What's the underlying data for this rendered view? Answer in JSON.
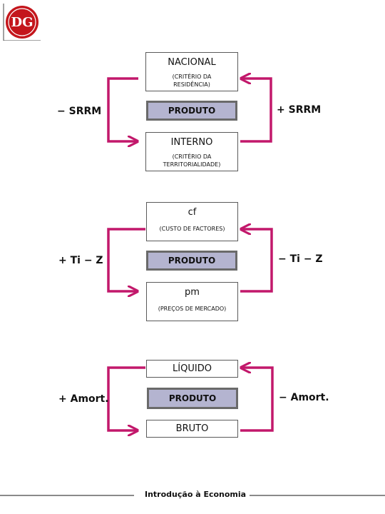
{
  "logo": {
    "text": "DG",
    "color": "#c4161c"
  },
  "sections": [
    {
      "top_title": "NACIONAL",
      "top_sub": "(CRITÉRIO DA RESIDÊNCIA)",
      "product": "PRODUTO",
      "bottom_title": "INTERNO",
      "bottom_sub": "(CRITÉRIO DA TERRITORIALIDADE)",
      "left_label": "− SRRM",
      "right_label": "+ SRRM"
    },
    {
      "top_title": "cf",
      "top_sub": "(CUSTO DE FACTORES)",
      "product": "PRODUTO",
      "bottom_title": "pm",
      "bottom_sub": "(PREÇOS DE MERCADO)",
      "left_label": "+ Ti − Z",
      "right_label": "− Ti − Z"
    },
    {
      "top_title": "LÍQUIDO",
      "product": "PRODUTO",
      "bottom_title": "BRUTO",
      "left_label": "+ Amort.",
      "right_label": "− Amort."
    }
  ],
  "footer": {
    "text": "Introdução à Economia"
  },
  "colors": {
    "arrow": "#c2186b",
    "product_fill": "#b4b4d0"
  }
}
